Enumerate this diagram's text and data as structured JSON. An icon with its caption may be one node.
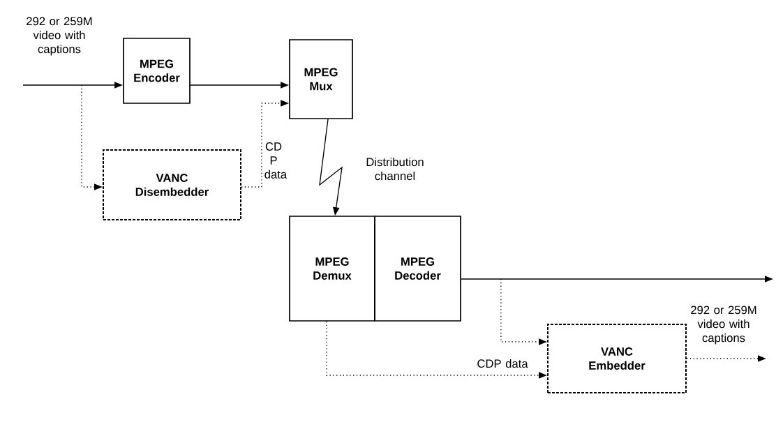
{
  "diagram": {
    "nodes": [
      {
        "text": [
          "MPEG Encoder"
        ]
      },
      {
        "text": [
          "MPEG Mux"
        ]
      },
      {
        "text": [
          "VANC Disembedder"
        ]
      },
      {
        "text": [
          "MPEG Demux"
        ]
      },
      {
        "text": [
          "MPEG Decoder"
        ]
      },
      {
        "text": [
          "VANC Embedder"
        ]
      }
    ],
    "edges": [
      {
        "from": null,
        "to": 0,
        "arrow": "to"
      },
      {
        "from": 0,
        "to": 1,
        "arrow": "to"
      },
      {
        "from": null,
        "to": 2,
        "arrow": "to",
        "style": "dashed"
      },
      {
        "from": 2,
        "to": 1,
        "arrow": "to",
        "style": "dashed",
        "label": "CD P data"
      },
      {
        "from": 1,
        "to": 3,
        "arrow": "to",
        "label": "Distribution channel"
      },
      {
        "from": 4,
        "to": null,
        "arrow": "to"
      },
      {
        "from": 4,
        "to": 5,
        "arrow": "to",
        "style": "dashed"
      },
      {
        "from": 3,
        "to": 5,
        "arrow": "to",
        "style": "dashed",
        "label": "CDP data"
      },
      {
        "from": 5,
        "to": null,
        "arrow": "to",
        "style": "dashed"
      }
    ],
    "labels": [
      "292 or 259M video with captions",
      "292 or 259M video with captions"
    ]
  }
}
